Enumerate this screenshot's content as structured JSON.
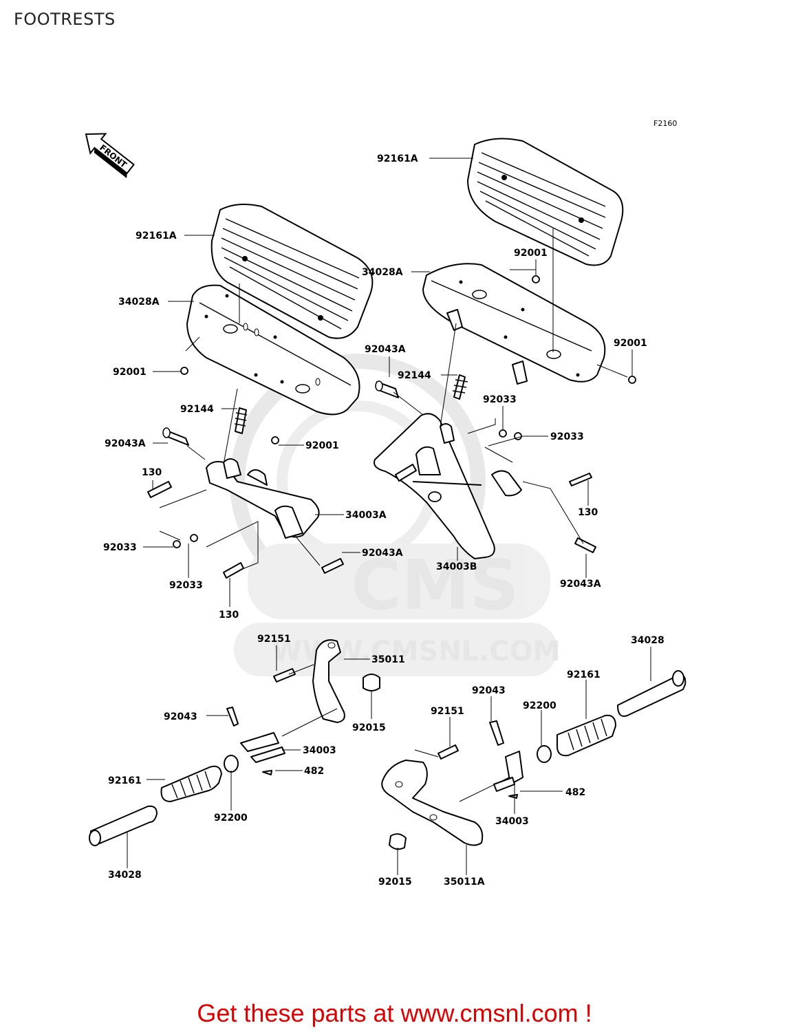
{
  "page": {
    "title": "FOOTRESTS"
  },
  "diagram": {
    "figure_code": "F2160",
    "front_label": "FRONT",
    "watermark": {
      "logo_text": "CMS",
      "site_text": "WWW.CMSNL.COM"
    },
    "part_labels": {
      "p92161A_right": "92161A",
      "p92161A_left": "92161A",
      "p92001_top": "92001",
      "p34028A_right": "34028A",
      "p34028A_left": "34028A",
      "p92001_right": "92001",
      "p92043A_center": "92043A",
      "p92001_left": "92001",
      "p92144_right": "92144",
      "p92033_rightA": "92033",
      "p92144_left": "92144",
      "p92033_rightB": "92033",
      "p92043A_left": "92043A",
      "p92001_mid": "92001",
      "p130_leftTop": "130",
      "p130_right": "130",
      "p34003A": "34003A",
      "p92033_leftA": "92033",
      "p92043A_mid": "92043A",
      "p34003B": "34003B",
      "p92043A_right": "92043A",
      "p92033_leftB": "92033",
      "p130_leftBot": "130",
      "p92151_top": "92151",
      "p35011": "35011",
      "p34028_right": "34028",
      "p92161_right": "92161",
      "p92043_right": "92043",
      "p92200_right": "92200",
      "p92043_left": "92043",
      "p92015_top": "92015",
      "p92151_bot": "92151",
      "p34003_left": "34003",
      "p482_left": "482",
      "p92161_left": "92161",
      "p482_right": "482",
      "p92200_left": "92200",
      "p34003_right": "34003",
      "p34028_left": "34028",
      "p92015_bot": "92015",
      "p35011A": "35011A"
    }
  },
  "footer": {
    "text": "Get these parts at www.cmsnl.com !",
    "color": "#dd0000"
  }
}
